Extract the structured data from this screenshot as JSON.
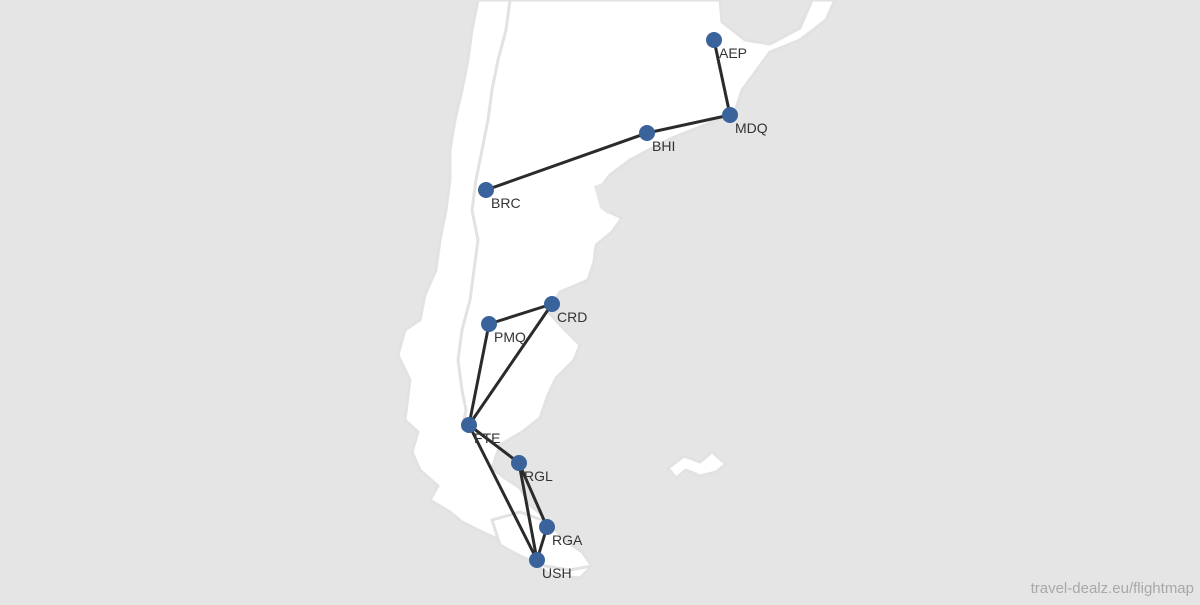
{
  "map": {
    "background_color": "#e5e5e5",
    "land_color": "#ffffff",
    "route_color": "#2b2b2b",
    "airport_color": "#3a639b"
  },
  "airports": [
    {
      "code": "AEP"
    },
    {
      "code": "MDQ"
    },
    {
      "code": "BHI"
    },
    {
      "code": "BRC"
    },
    {
      "code": "CRD"
    },
    {
      "code": "PMQ"
    },
    {
      "code": "FTE"
    },
    {
      "code": "RGL"
    },
    {
      "code": "RGA"
    },
    {
      "code": "USH"
    }
  ],
  "routes": [
    [
      "AEP",
      "MDQ"
    ],
    [
      "MDQ",
      "BHI"
    ],
    [
      "BHI",
      "BRC"
    ],
    [
      "PMQ",
      "CRD"
    ],
    [
      "PMQ",
      "FTE"
    ],
    [
      "CRD",
      "FTE"
    ],
    [
      "FTE",
      "RGL"
    ],
    [
      "FTE",
      "USH"
    ],
    [
      "RGL",
      "RGA"
    ],
    [
      "RGL",
      "USH"
    ],
    [
      "RGA",
      "USH"
    ]
  ],
  "attribution": "travel-dealz.eu/flightmap"
}
